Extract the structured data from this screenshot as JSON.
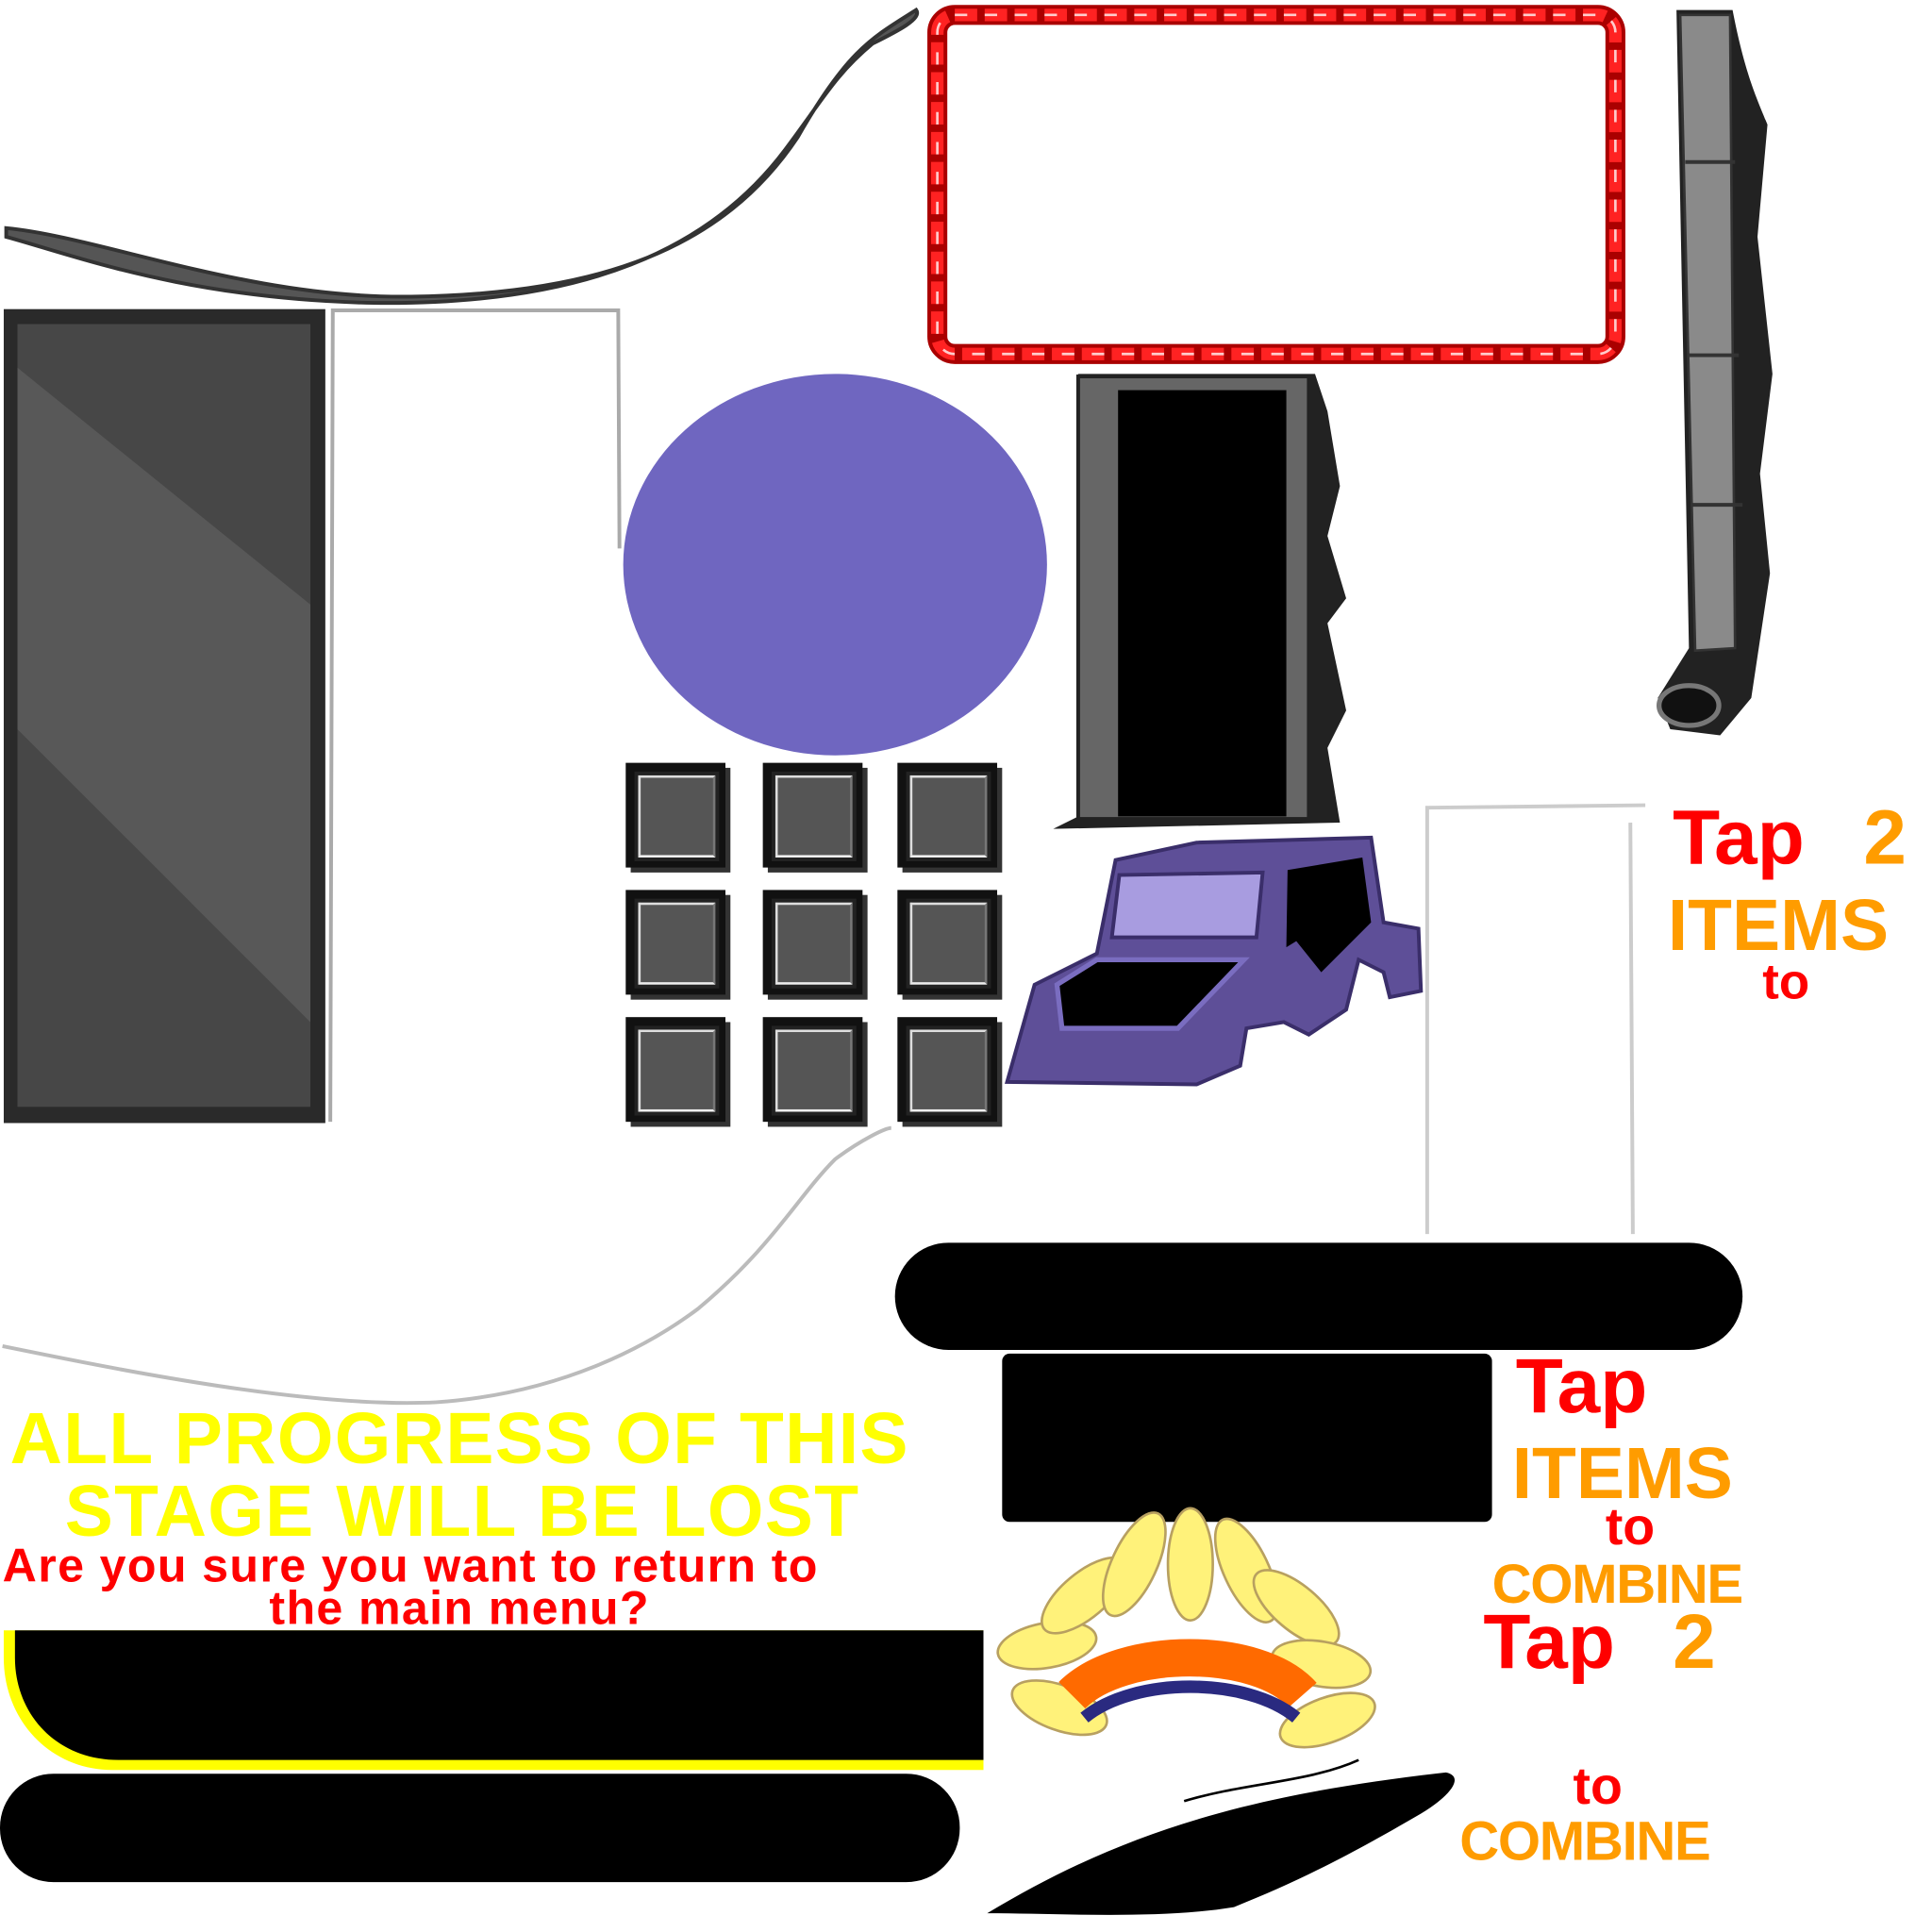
{
  "hint_top": {
    "tap": "Tap",
    "two": "2",
    "items": "ITEMS",
    "to": "to"
  },
  "hint_mid": {
    "tap": "Tap",
    "items": "ITEMS",
    "to": "to",
    "combine": "COMBINE"
  },
  "hint_bottom": {
    "tap": "Tap",
    "two": "2",
    "to": "to",
    "combine": "COMBINE"
  },
  "dialog": {
    "warning_line1": "ALL PROGRESS OF THIS",
    "warning_line2": "STAGE WILL BE LOST",
    "question_line1": "Are you sure you want to return to",
    "question_line2": "the main menu?"
  },
  "colors": {
    "red": "#ff0000",
    "orange": "#ff9c00",
    "yellow": "#ffff00",
    "purple": "#6f66c0"
  },
  "inventory_slots": 9
}
